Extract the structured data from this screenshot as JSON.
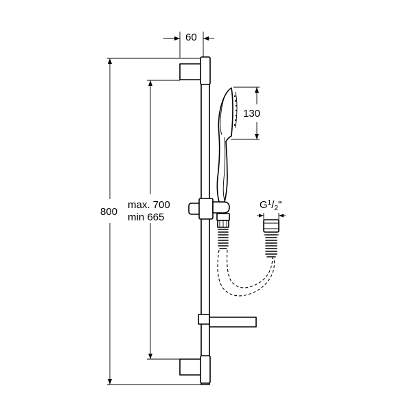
{
  "dimensions": {
    "bracket_width": "60",
    "total_height": "800",
    "slide_range_max": "max. 700",
    "slide_range_min": "min 665",
    "handset_length": "130",
    "hose_thread_prefix": "G",
    "hose_thread_fraction_num": "1",
    "hose_thread_fraction_den": "2",
    "hose_thread_suffix": "\""
  }
}
